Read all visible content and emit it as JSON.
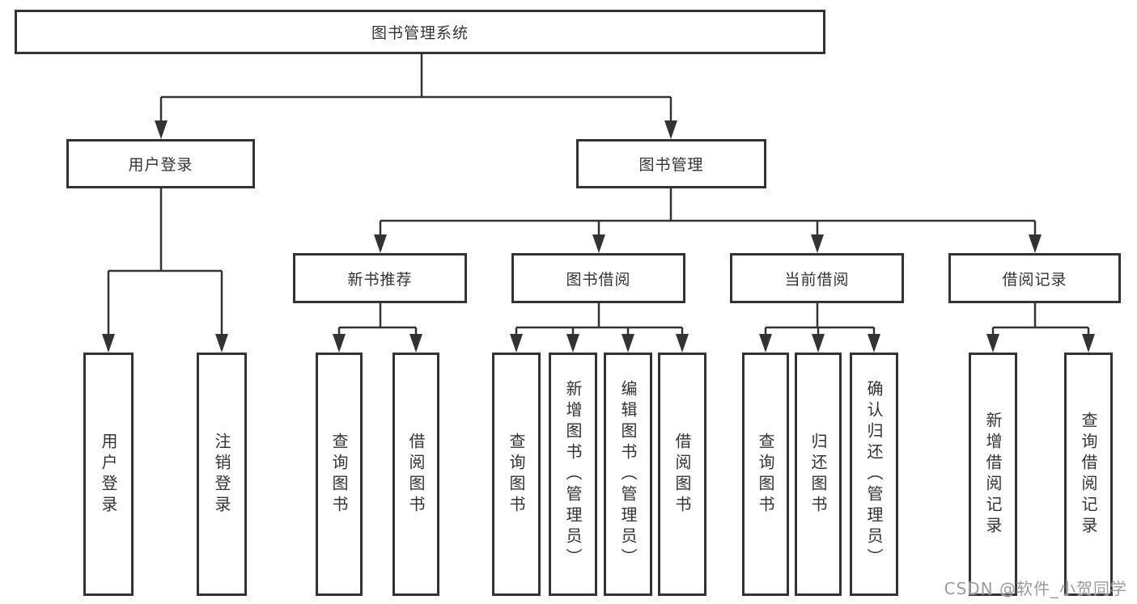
{
  "diagram_title": "图书管理系统",
  "tree": {
    "root": {
      "label": "图书管理系统"
    },
    "branches": [
      {
        "label": "用户登录",
        "children": [
          {
            "label": "用户登录"
          },
          {
            "label": "注销登录"
          }
        ]
      },
      {
        "label": "图书管理",
        "children": [
          {
            "label": "新书推荐",
            "children": [
              {
                "label": "查询图书"
              },
              {
                "label": "借阅图书"
              }
            ]
          },
          {
            "label": "图书借阅",
            "children": [
              {
                "label": "查询图书"
              },
              {
                "label": "新增图书（管理员）"
              },
              {
                "label": "编辑图书（管理员）"
              },
              {
                "label": "借阅图书"
              }
            ]
          },
          {
            "label": "当前借阅",
            "children": [
              {
                "label": "查询图书"
              },
              {
                "label": "归还图书"
              },
              {
                "label": "确认归还（管理员）"
              }
            ]
          },
          {
            "label": "借阅记录",
            "children": [
              {
                "label": "新增借阅记录"
              },
              {
                "label": "查询借阅记录"
              }
            ]
          }
        ]
      }
    ]
  },
  "watermark": {
    "text": "CSDN @软件_小贺同学"
  },
  "colors": {
    "line": "#333333",
    "border": "#333333",
    "text": "#333333",
    "background": "#ffffff",
    "watermark": "#9b9b9b"
  }
}
